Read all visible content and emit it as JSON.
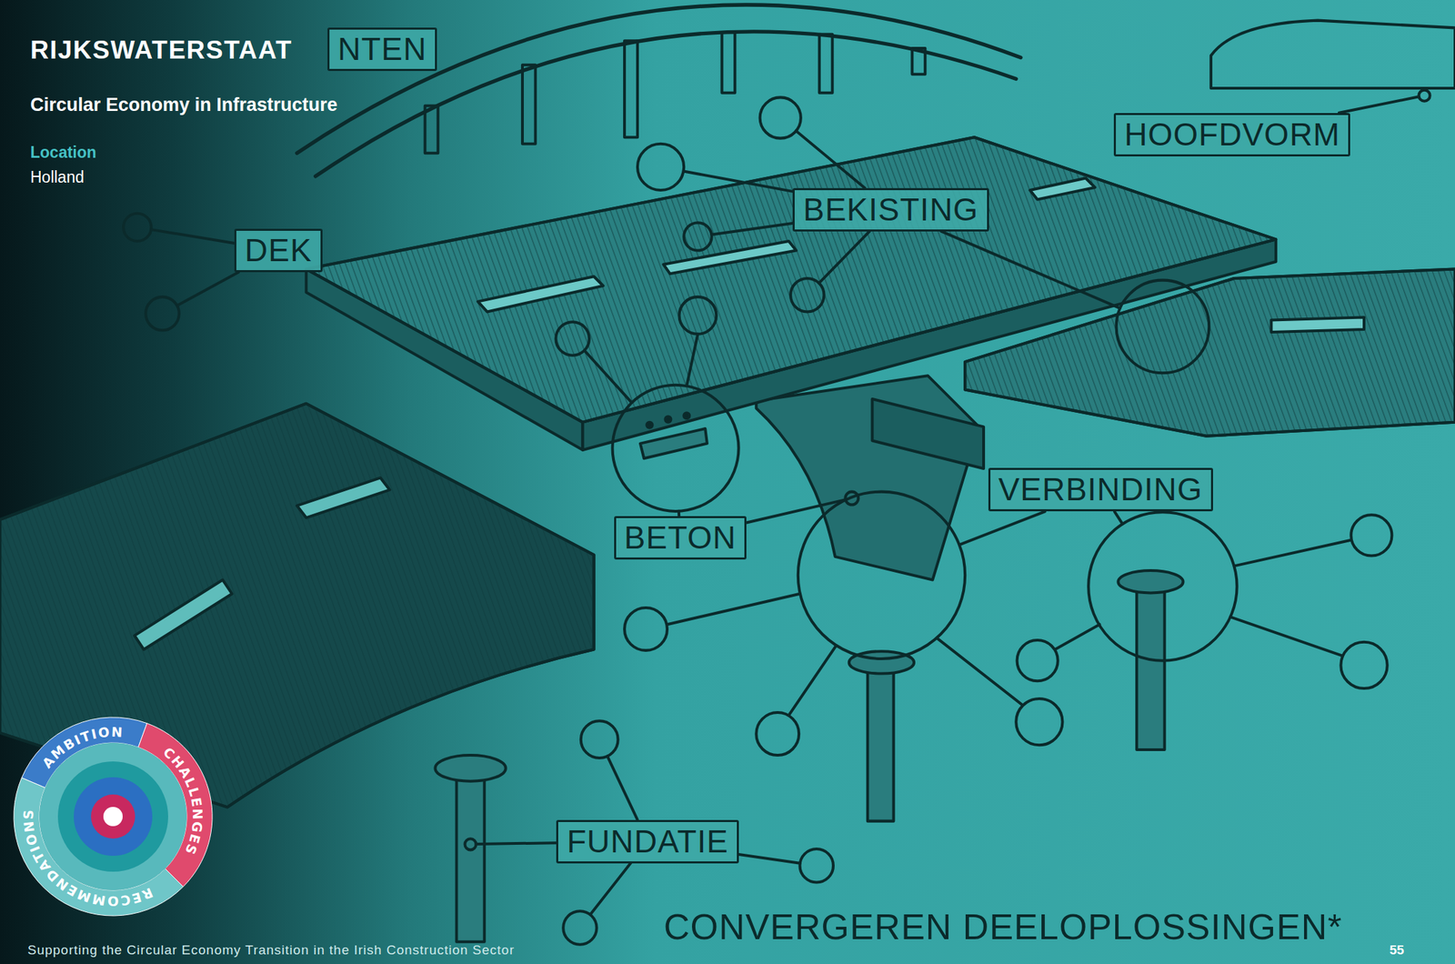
{
  "diagram": {
    "title": "RIJKSWATERSTAAT",
    "nodes": [
      {
        "text": [
          "NTEN"
        ]
      },
      {
        "text": [
          "HOOFDVORM"
        ]
      },
      {
        "text": [
          "BEKISTING"
        ]
      },
      {
        "text": [
          "DEK"
        ]
      },
      {
        "text": [
          "VERBINDING"
        ]
      },
      {
        "text": [
          "BETON"
        ]
      },
      {
        "text": [
          "FUNDATIE"
        ]
      }
    ],
    "labels": [
      "Circular Economy in Infrastructure",
      "Location",
      "Holland",
      "AMBITION",
      "CHALLENGES",
      "RECOMMENDATIONS",
      "CONVERGEREN DEELOPLOSSINGEN*",
      "Supporting the Circular Economy Transition in the Irish Construction Sector",
      "55"
    ]
  }
}
